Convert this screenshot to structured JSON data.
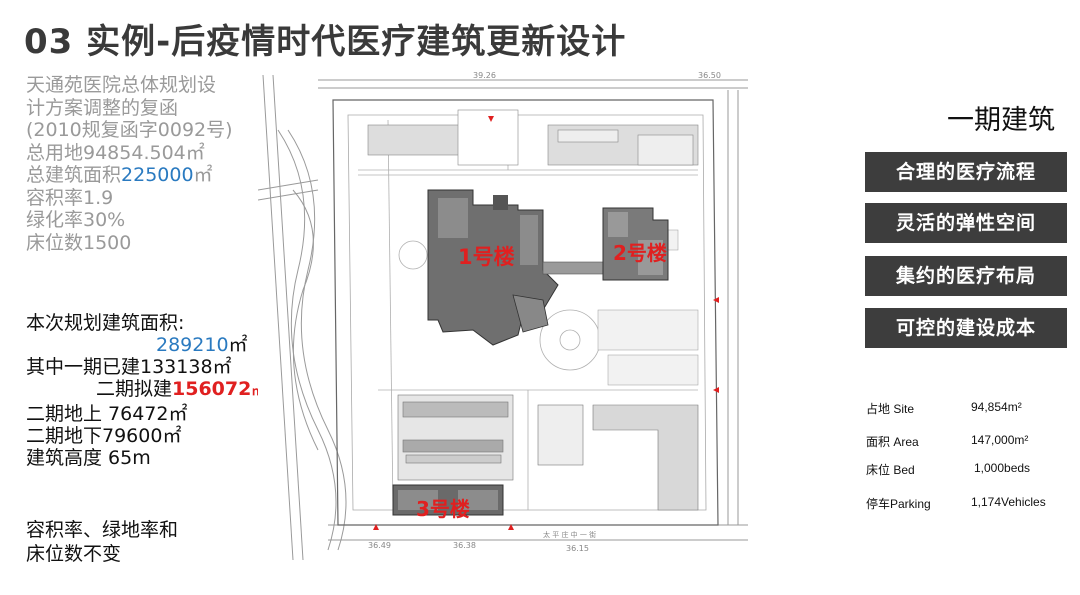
{
  "title": "03  实例-后疫情时代医疗建筑更新设计",
  "overview": {
    "lines": [
      "天通苑医院总体规划设",
      "计方案调整的复函",
      "(2010规复函字0092号)",
      "总用地94854.504㎡"
    ],
    "total_area_prefix": "总建筑面积",
    "total_area_value": "225000",
    "total_area_unit": "㎡",
    "far": "容积率1.9",
    "green": "绿化率30%",
    "beds": "床位数1500"
  },
  "planning": {
    "label": "本次规划建筑面积:",
    "value": "289210",
    "unit": "㎡",
    "phase1": "其中一期已建133138㎡",
    "phase2_prefix": "二期拟建",
    "phase2_value": "156072",
    "phase2_unit": "㎡",
    "above": "二期地上 76472㎡",
    "below": "二期地下79600㎡",
    "height": "建筑高度  65m"
  },
  "note": [
    "容积率、绿地率和",
    "床位数不变"
  ],
  "map": {
    "building1_label": "1号楼",
    "building2_label": "2号楼",
    "building3_label": "3号楼",
    "elev_top_left": "39.26",
    "elev_top_right": "36.50",
    "elev_bottom_1": "36.49",
    "elev_bottom_2": "36.38",
    "elev_bottom_3": "36.15",
    "road_bottom": "太  平  庄  中  一  街"
  },
  "phase_title": "一期建筑",
  "features": [
    "合理的医疗流程",
    "灵活的弹性空间",
    "集约的医疗布局",
    "可控的建设成本"
  ],
  "stats": [
    {
      "label": "占地 Site",
      "value": "94,854m²"
    },
    {
      "label": "面积 Area",
      "value": "147,000m²"
    },
    {
      "label": "床位 Bed",
      "value": "1,000beds"
    },
    {
      "label": "停车Parking",
      "value": "1,174Vehicles"
    }
  ],
  "colors": {
    "accent_red": "#e02020",
    "accent_blue": "#2a7ac0",
    "box_bg": "#3d3d3d"
  }
}
